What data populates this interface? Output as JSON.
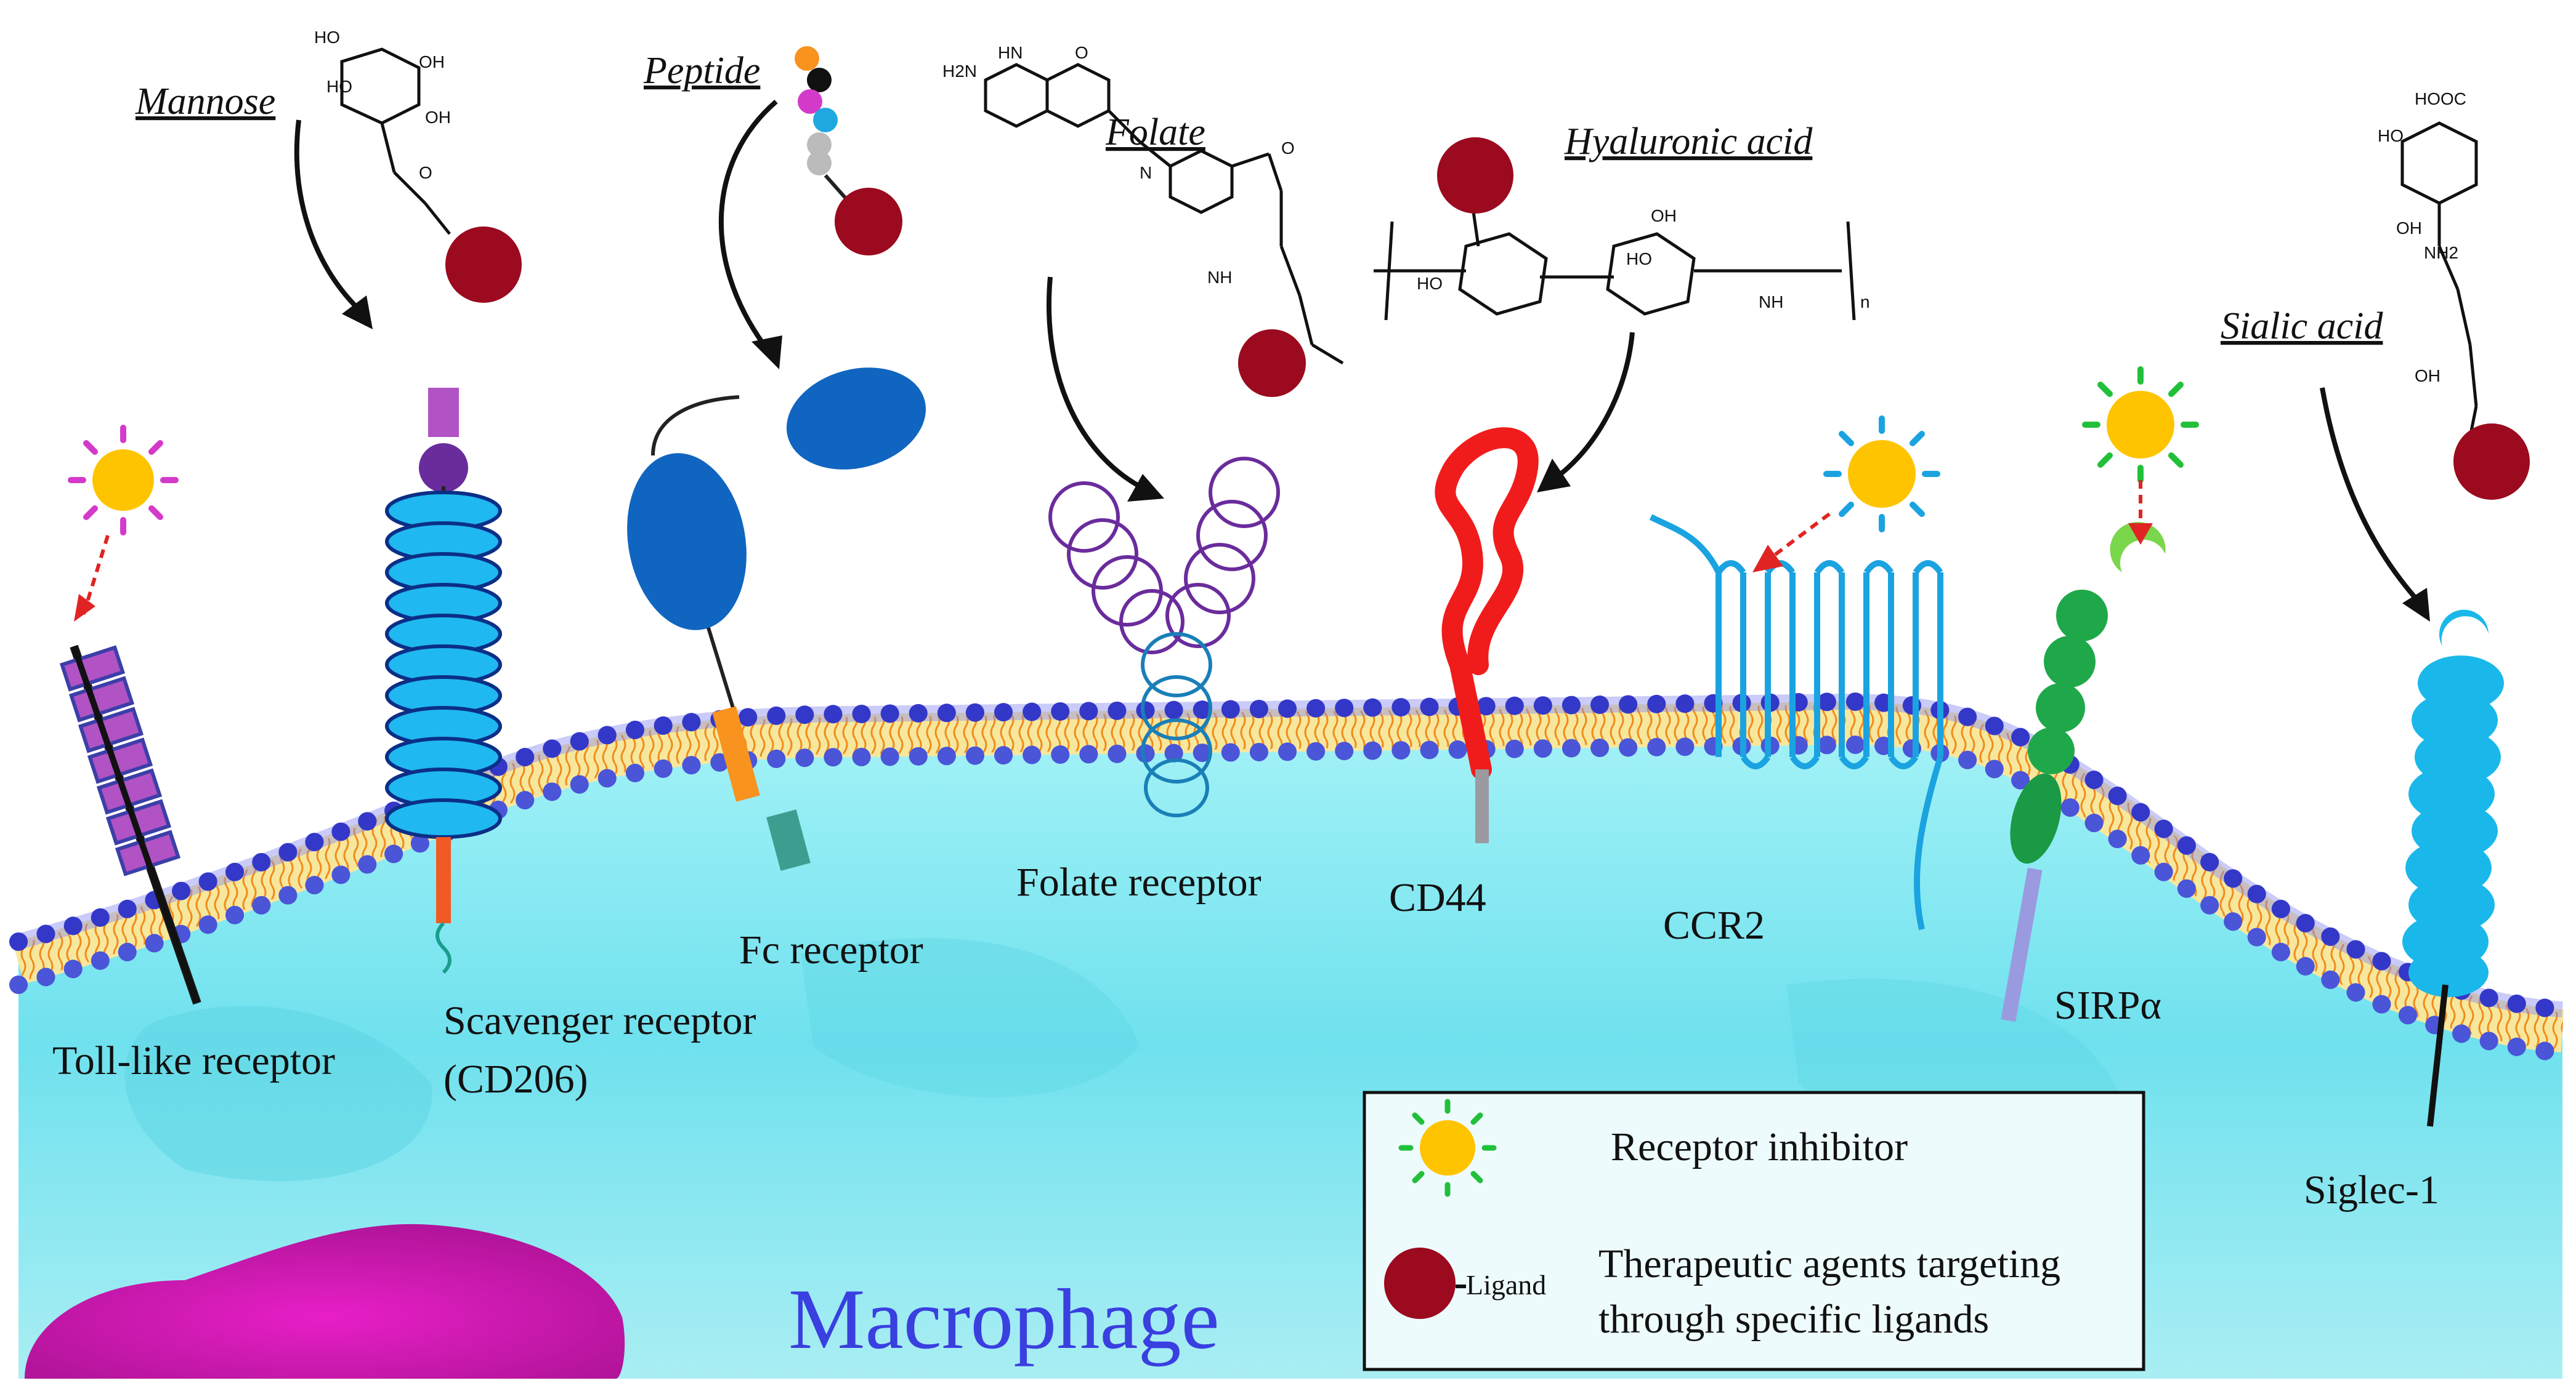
{
  "cell": {
    "name": "Macrophage"
  },
  "ligands": {
    "mannose": "Mannose",
    "peptide": "Peptide",
    "folate": "Folate",
    "hyaluronic": "Hyaluronic acid",
    "sialic": "Sialic acid"
  },
  "receptors": {
    "tlr": "Toll-like receptor",
    "scavenger_line1": "Scavenger receptor",
    "scavenger_line2": "(CD206)",
    "fc": "Fc receptor",
    "folate": "Folate receptor",
    "cd44": "CD44",
    "ccr2": "CCR2",
    "sirp": "SIRPα",
    "siglec": "Siglec-1"
  },
  "legend": {
    "inhibitor": "Receptor inhibitor",
    "ligand_tag": "Ligand",
    "agents_line1": "Therapeutic agents targeting",
    "agents_line2": "through specific ligands"
  },
  "chem_labels": {
    "ho": "HO",
    "oh": "OH",
    "o": "O",
    "h2n": "H2N",
    "hn": "HN",
    "n": "N",
    "nh": "NH",
    "nh2": "NH2",
    "hooc": "HOOC",
    "subscript_n": "n"
  },
  "colors": {
    "ligand": "#9b0a1e",
    "membrane_bead": "#3438c8",
    "cytoplasm": "#7fe6f0",
    "nucleus": "#d417b4",
    "inhibitor_core": "#ffc400",
    "text_macrophage": "#3a3fe0"
  }
}
